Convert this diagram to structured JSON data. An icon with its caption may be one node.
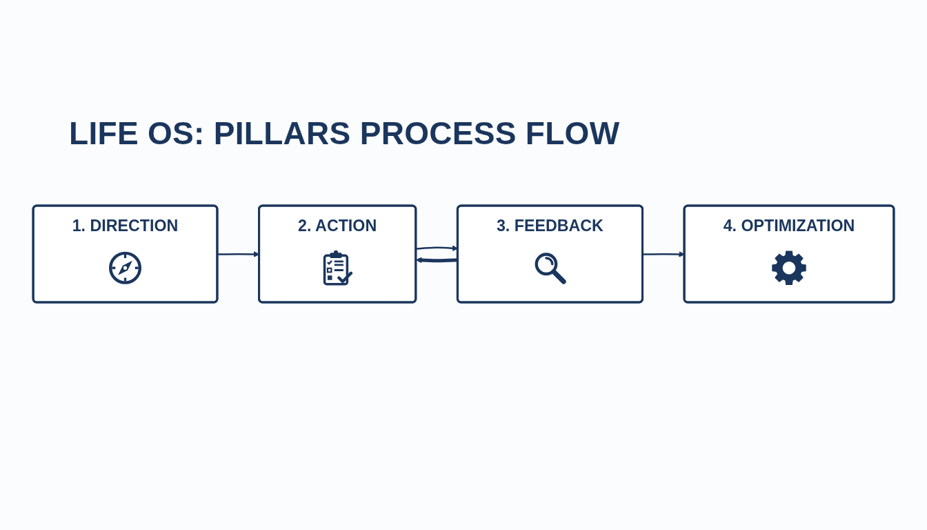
{
  "diagram": {
    "title": "LIFE OS: PILLARS PROCESS FLOW",
    "nodes": [
      {
        "text": [
          "1. DIRECTION"
        ]
      },
      {
        "text": [
          "2. ACTION"
        ]
      },
      {
        "text": [
          "3. FEEDBACK"
        ]
      },
      {
        "text": [
          "4. OPTIMIZATION"
        ]
      }
    ],
    "edges": [
      {
        "from": 0,
        "to": 1,
        "arrow": "to"
      },
      {
        "from": 1,
        "to": 2,
        "arrow": "to"
      },
      {
        "from": 2,
        "to": 3,
        "arrow": "to"
      },
      {
        "from": 2,
        "to": 1,
        "arrow": "to",
        "style": "thick"
      }
    ]
  }
}
